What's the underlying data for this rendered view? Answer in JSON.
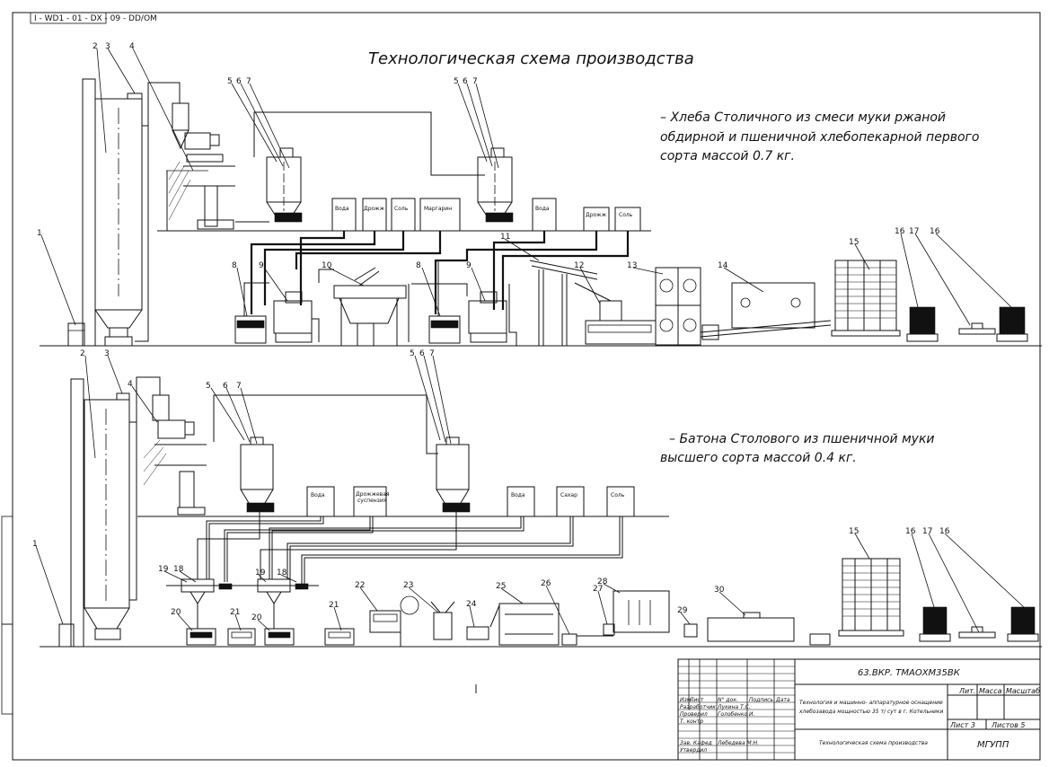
{
  "sheet": {
    "stamp": "I - WD1 - 01 - DX - 09 - DD/OM",
    "title": "Технологическая схема производства",
    "note1_lines": [
      "– Хлеба Столичного из смеси муки ржаной",
      "обдирной и пшеничной хлебопекарной первого",
      "сорта массой 0.7 кг."
    ],
    "note2_lines": [
      "– Батона Столового из пшеничной муки",
      "высшего сорта массой 0.4 кг."
    ]
  },
  "tanks_top": [
    "Вода",
    "Дрожж",
    "Соль",
    "Маргарин",
    "Вода",
    "Дрожж",
    "Соль"
  ],
  "tanks_bottom": [
    "Вода",
    "Дрожжевая",
    "суспензия",
    "Вода",
    "Сахар",
    "Соль"
  ],
  "labels_top": [
    "2",
    "3",
    "4",
    "5",
    "6",
    "7",
    "5",
    "6",
    "7",
    "1",
    "8",
    "9",
    "10",
    "8",
    "9",
    "11",
    "12",
    "13",
    "14",
    "15",
    "16",
    "17",
    "16"
  ],
  "labels_bottom": [
    "2",
    "3",
    "4",
    "5",
    "6",
    "7",
    "5",
    "6",
    "7",
    "1",
    "19",
    "18",
    "19",
    "18",
    "20",
    "21",
    "20",
    "21",
    "22",
    "23",
    "24",
    "25",
    "26",
    "27",
    "28",
    "29",
    "30",
    "15",
    "16",
    "17",
    "16"
  ],
  "title_block": {
    "code": "63.ВКР. ТМАОХМ35ВК",
    "description_lines": [
      "Технология и машинно- аппаратурное оснащение",
      "хлебозавода мощностью 35 т/ сут в г. Котельники"
    ],
    "drawing_name": "Технологическая схема производства",
    "org": "МГУПП",
    "col_headers": [
      "Изм.",
      "Лист",
      "N° док.",
      "Подпись",
      "Дата"
    ],
    "stage_headers": [
      "Лит.",
      "Масса",
      "Масштаб"
    ],
    "sheet_no": "Лист 3",
    "sheets_total": "Листов 5",
    "rows": [
      {
        "role": "Разработчик",
        "name": "Лукина Т.С."
      },
      {
        "role": "Проверил",
        "name": "Голобенко И."
      },
      {
        "role": "Т. контр",
        "name": ""
      },
      {
        "role": "",
        "name": ""
      },
      {
        "role": "Зав. Кафед",
        "name": "Лебедева М.Н."
      },
      {
        "role": "Утвердил",
        "name": ""
      }
    ]
  }
}
